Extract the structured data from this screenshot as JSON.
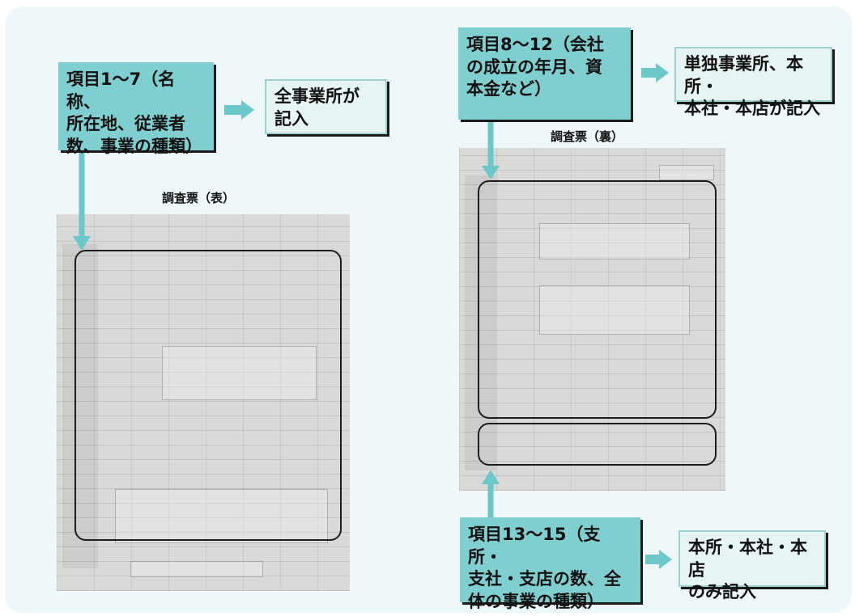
{
  "items_1_7": {
    "text": "項目1〜7（名称、\n所在地、従業者\n数、事業の種類）"
  },
  "items_1_7_result": {
    "text": "全事業所が\n記入"
  },
  "items_8_12": {
    "text": "項目8〜12（会社\nの成立の年月、資\n本金など）"
  },
  "items_8_12_result": {
    "text": "単独事業所、本所・\n本社・本店が記入"
  },
  "items_13_15": {
    "text": "項目13〜15（支所・\n支社・支店の数、全\n体の事業の種類）"
  },
  "items_13_15_result": {
    "text": "本所・本社・本店\nのみ記入"
  },
  "front_sheet": {
    "caption": "調査票（表）"
  },
  "back_sheet": {
    "caption": "調査票（裏）"
  },
  "colors": {
    "box_fill": "#7fcfd1",
    "arrow": "#6cc7c9",
    "panel": "#eef7f9"
  }
}
